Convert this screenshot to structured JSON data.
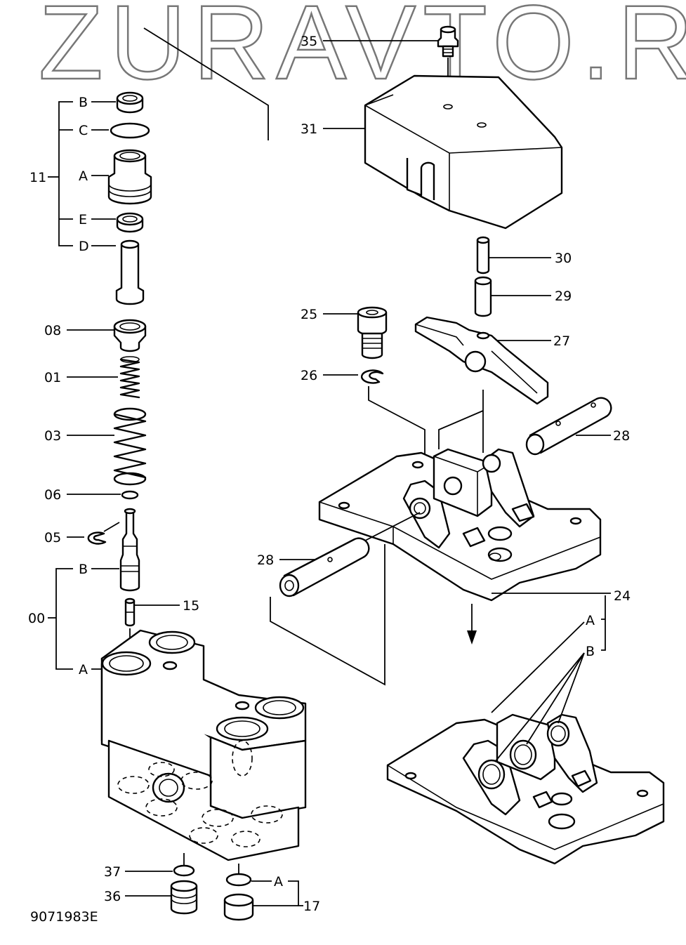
{
  "watermark": "ZURAVTO.RU",
  "drawing_code": "9071983E",
  "callouts": {
    "p35": "35",
    "p31": "31",
    "p30": "30",
    "p29": "29",
    "p27": "27",
    "p25": "25",
    "p26": "26",
    "p28_right": "28",
    "p28_left": "28",
    "p24": "24",
    "p24_A": "A",
    "p24_B": "B",
    "p11": "11",
    "p11_B": "B",
    "p11_C": "C",
    "p11_A": "A",
    "p11_E": "E",
    "p11_D": "D",
    "p08": "08",
    "p01": "01",
    "p03": "03",
    "p06": "06",
    "p05": "05",
    "p00": "00",
    "p00_B": "B",
    "p00_A": "A",
    "p15": "15",
    "p37": "37",
    "p36": "36",
    "p17": "17",
    "p17_A": "A"
  }
}
